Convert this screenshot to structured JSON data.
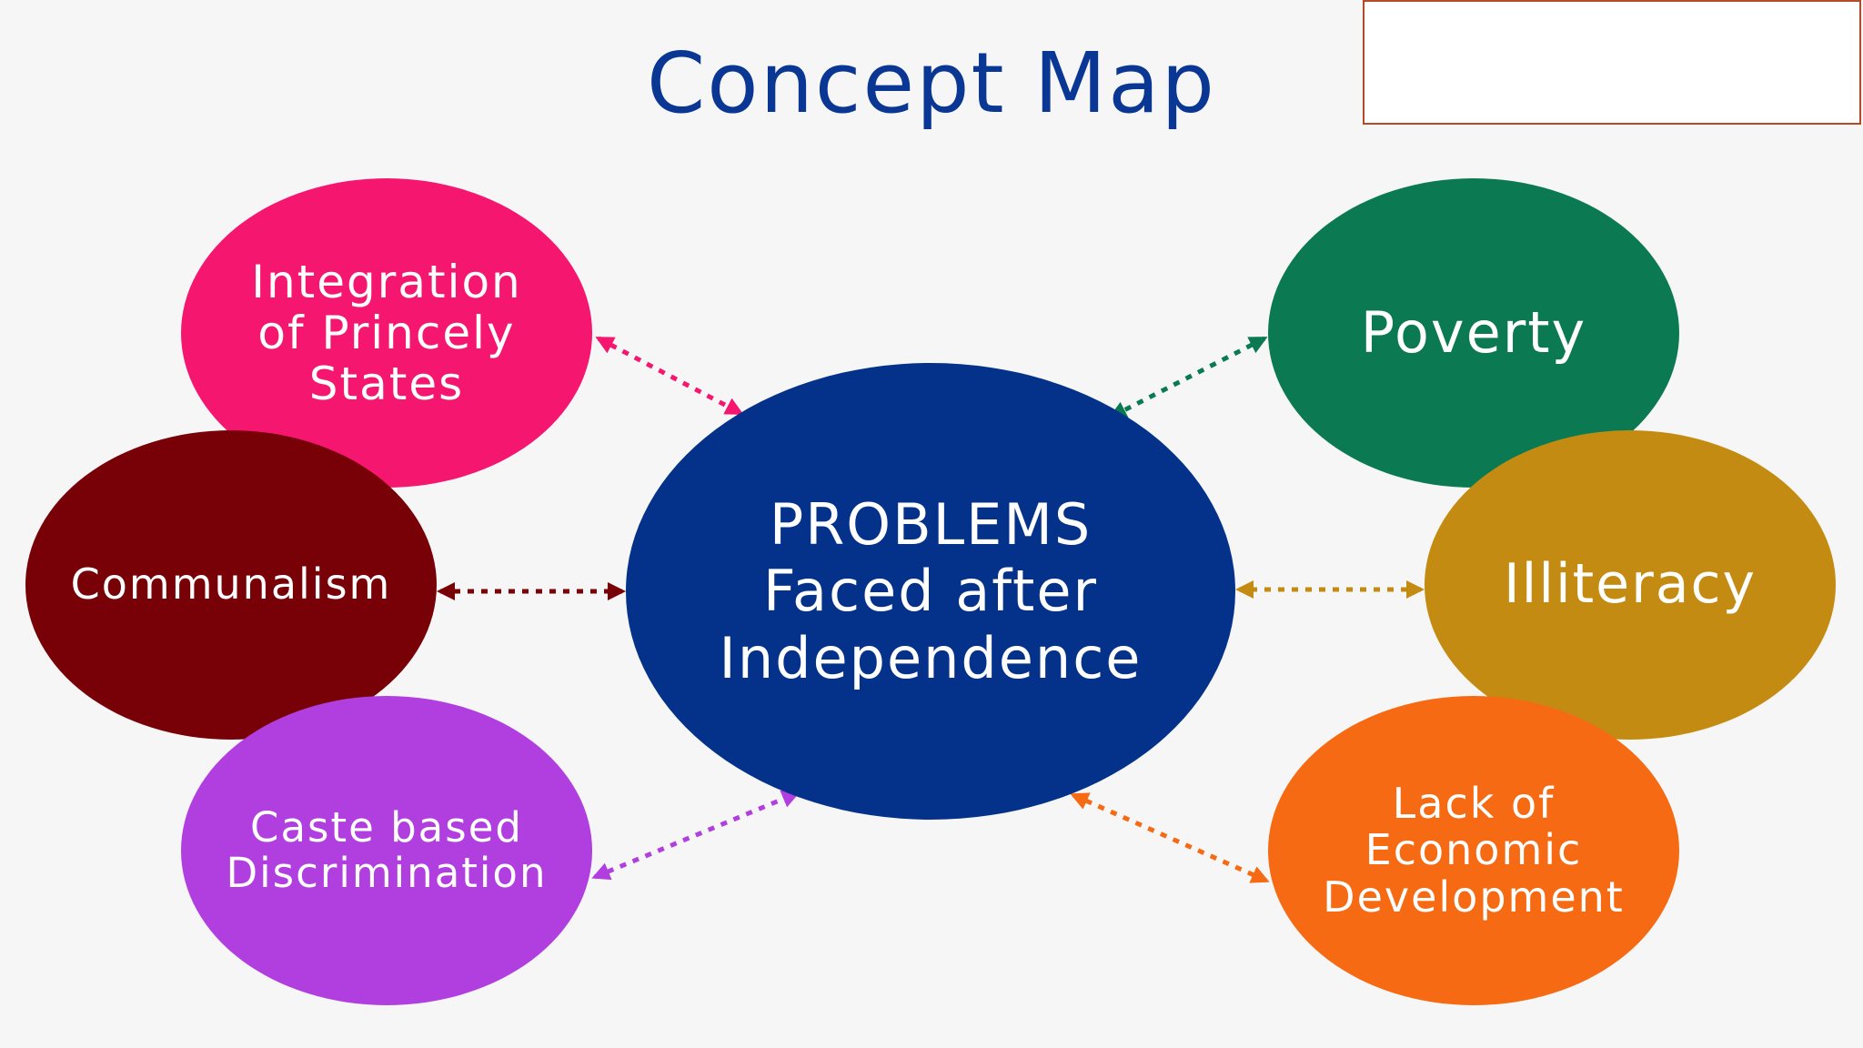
{
  "title": "Concept Map",
  "center": {
    "label": "PROBLEMS\nFaced after\nIndependence",
    "color": "#04318a"
  },
  "nodes": [
    {
      "id": "princely",
      "label": "Integration\nof Princely\nStates",
      "color": "#f5176f"
    },
    {
      "id": "communal",
      "label": "Communalism",
      "color": "#770107"
    },
    {
      "id": "caste",
      "label": "Caste based\nDiscrimination",
      "color": "#b13fe0"
    },
    {
      "id": "poverty",
      "label": "Poverty",
      "color": "#0b7a52"
    },
    {
      "id": "illiteracy",
      "label": "Illiteracy",
      "color": "#c48b12"
    },
    {
      "id": "economic",
      "label": "Lack of\nEconomic\nDevelopment",
      "color": "#f56a12"
    }
  ]
}
